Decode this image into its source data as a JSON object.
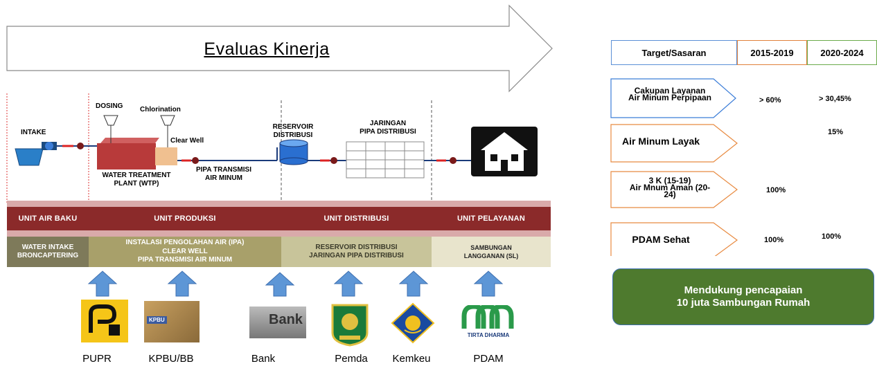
{
  "banner": {
    "title": "Evaluas Kinerja"
  },
  "diagram": {
    "labels": {
      "intake": "INTAKE",
      "dosing": "DOSING",
      "chlorination": "Chlorination",
      "clear_well": "Clear Well",
      "wtp": [
        "WATER TREATMENT",
        "PLANT (WTP)"
      ],
      "pipa_transmisi": [
        "PIPA TRANSMISI",
        "AIR MINUM"
      ],
      "reservoir": [
        "RESERVOIR",
        "DISTRIBUSI"
      ],
      "jaringan": [
        "JARINGAN",
        "PIPA DISTRIBUSI"
      ]
    }
  },
  "units": [
    {
      "head": "UNIT AIR BAKU",
      "body": [
        "WATER INTAKE",
        "BRONCAPTERING"
      ],
      "head_color": "#8b2a2a",
      "body_color": "#7e7a5a"
    },
    {
      "head": "UNIT PRODUKSI",
      "body": [
        "INSTALASI PENGOLAHAN AIR (IPA)",
        "CLEAR WELL",
        "PIPA TRANSMISI AIR MINUM"
      ],
      "head_color": "#8b2a2a",
      "body_color": "#a8a06a"
    },
    {
      "head": "UNIT DISTRIBUSI",
      "body": [
        "RESERVOIR DISTRIBUSI",
        "JARINGAN PIPA DISTRIBUSI"
      ],
      "head_color": "#8b2a2a",
      "body_color": "#c8c49a"
    },
    {
      "head": "UNIT PELAYANAN",
      "body": [
        "SAMBUNGAN",
        "LANGGANAN (SL)"
      ],
      "head_color": "#8b2a2a",
      "body_color": "#e8e4cc"
    }
  ],
  "stakeholders": [
    {
      "name": "PUPR",
      "logo_icon": "pupr-logo-icon"
    },
    {
      "name": "KPBU/BB",
      "logo_icon": "kpbu-image-icon",
      "logo_text": "KPBU"
    },
    {
      "name": "Bank",
      "logo_icon": "bank-image-icon",
      "logo_text": "Bank"
    },
    {
      "name": "Pemda",
      "logo_icon": "pemda-emblem-icon"
    },
    {
      "name": "Kemkeu",
      "logo_icon": "kemkeu-emblem-icon"
    },
    {
      "name": "PDAM",
      "logo_icon": "tirta-dharma-logo-icon",
      "logo_text": "TIRTA DHARMA"
    }
  ],
  "targets": {
    "headers": {
      "target": "Target/Sasaran",
      "p1": "2015-2019",
      "p2": "2020-2024"
    },
    "rows": [
      {
        "label": [
          "Cakupan Layanan",
          "Air Minum Perpipaan"
        ],
        "p1": "> 60%",
        "p2": "> 30,45%"
      },
      {
        "label": [
          "Air Minum Layak"
        ],
        "p1": "",
        "p2": "15%"
      },
      {
        "label": [
          "3 K (15-19)",
          "Air Mnum Aman (20-",
          "24)"
        ],
        "p1": "100%",
        "p2": ""
      },
      {
        "label": [
          "PDAM Sehat"
        ],
        "p1": "100%",
        "p2": "100%"
      }
    ],
    "callout": [
      "Mendukung pencapaian",
      "10 juta Sambungan Rumah"
    ]
  },
  "colors": {
    "header_border_blue": "#5b8fd6",
    "header_border_orange": "#e0803a",
    "header_border_green": "#6aaa4a",
    "row_blue": "#3b7dd8",
    "row_orange": "#e88a40",
    "callout_bg": "#4e7a2e",
    "arrow_blue": "#5d96d6",
    "unit_head": "#8b2a2a"
  }
}
